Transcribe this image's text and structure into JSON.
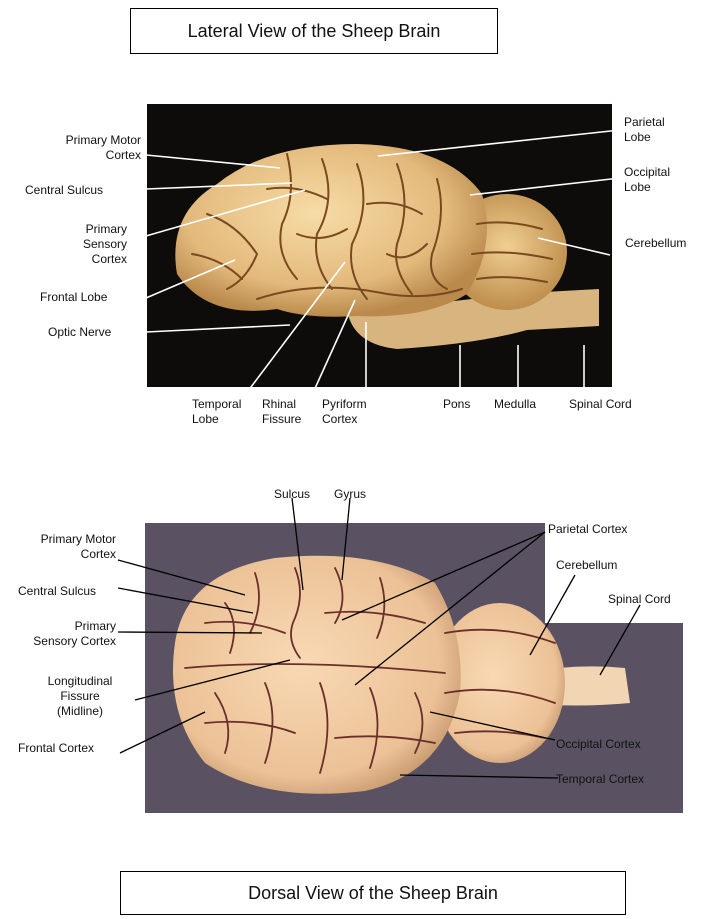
{
  "titles": {
    "lateral": "Lateral View of the Sheep Brain",
    "dorsal": "Dorsal View of the Sheep Brain"
  },
  "lateral_labels": {
    "primary_motor_cortex": [
      "Primary Motor",
      "Cortex"
    ],
    "central_sulcus": "Central Sulcus",
    "primary_sensory_cortex": [
      "Primary",
      "Sensory",
      "Cortex"
    ],
    "frontal_lobe": "Frontal Lobe",
    "optic_nerve": "Optic Nerve",
    "parietal_lobe": [
      "Parietal",
      "Lobe"
    ],
    "occipital_lobe": [
      "Occipital",
      "Lobe"
    ],
    "cerebellum": "Cerebellum",
    "temporal_lobe": [
      "Temporal",
      "Lobe"
    ],
    "rhinal_fissure": [
      "Rhinal",
      "Fissure"
    ],
    "pyriform_cortex": [
      "Pyriform",
      "Cortex"
    ],
    "pons": "Pons",
    "medulla": "Medulla",
    "spinal_cord": "Spinal Cord"
  },
  "dorsal_labels": {
    "sulcus": "Sulcus",
    "gyrus": "Gyrus",
    "primary_motor_cortex": [
      "Primary Motor",
      "Cortex"
    ],
    "central_sulcus": "Central Sulcus",
    "primary_sensory_cortex": [
      "Primary",
      "Sensory Cortex"
    ],
    "longitudinal_fissure": [
      "Longitudinal",
      "Fissure",
      "(Midline)"
    ],
    "frontal_cortex": "Frontal Cortex",
    "parietal_cortex": "Parietal Cortex",
    "cerebellum": "Cerebellum",
    "spinal_cord": "Spinal Cord",
    "occipital_cortex": "Occipital Cortex",
    "temporal_cortex": "Temporal Cortex"
  },
  "colors": {
    "brain": "#e8c489",
    "brain_dorsal": "#f0c9a0",
    "sulcus_line": "#7a4a1e",
    "lateral_background": "#0e0c0a",
    "dorsal_background": "#5a5263"
  }
}
